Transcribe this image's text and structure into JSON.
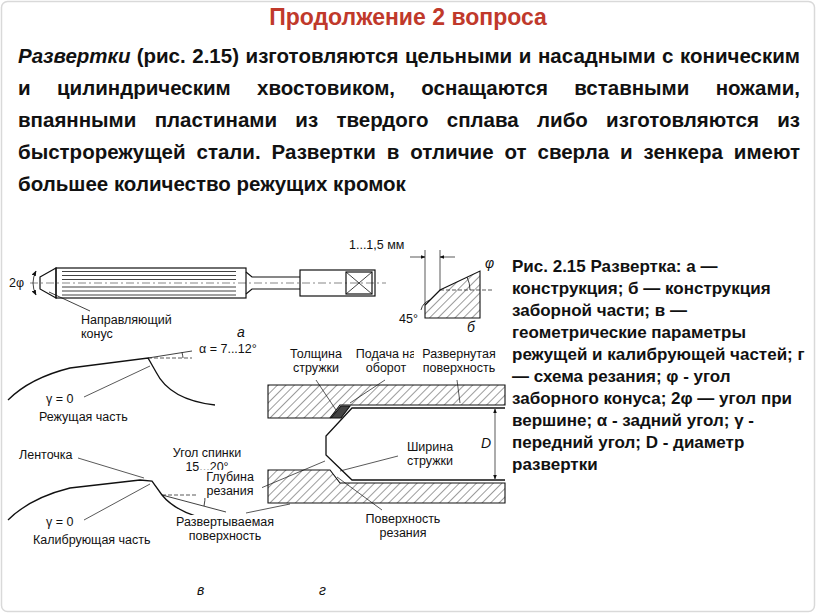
{
  "diagram": {
    "title": "Продолжение 2 вопроса",
    "caption": "Рис. 2.15 Развертка: а — конструкция; б — конструкция заборной части; в — геометрические параметры режущей и калибрующей частей; г — схема резания; φ - угол заборного конуса; 2φ — угол при вершине; α - задний угол; γ - передний угол; D - диаметр развертки",
    "labels": [
      "Развертки",
      "(рис. 2.15) изготовляются цельными и насадными с коническим и цилиндрическим хвостовиком, оснащаются вставными ножами, впаянными пластинами из твердого сплава либо изготовляются из быстрорежущей стали. Развертки в отличие от сверла и зенкера имеют большее количество режущих кромок",
      "2φ",
      "Направляющий конус",
      "а",
      "1...1,5 мм",
      "φ",
      "45°",
      "б",
      "α = 7...12°",
      "γ = 0",
      "Режущая часть",
      "Ленточка",
      "Угол спинки 15...20°",
      "γ = 0",
      "Калибрующая часть",
      "в",
      "Толщина стружки",
      "Подача на оборот",
      "Развернутая поверхность",
      "Глубина резания",
      "Ширина стружки",
      "D",
      "Развертываемая поверхность",
      "Поверхность резания",
      "г"
    ]
  }
}
